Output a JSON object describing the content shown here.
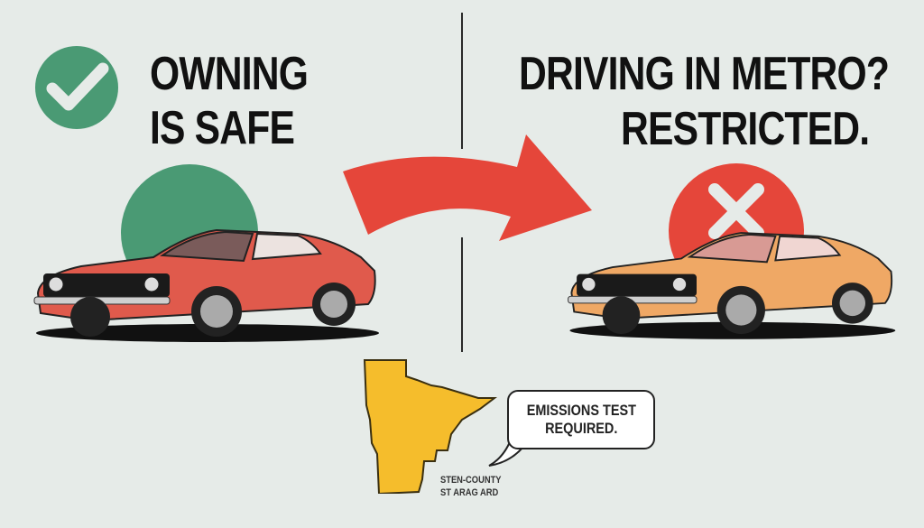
{
  "left_panel": {
    "headline_line1": "OWNING",
    "headline_line2": "IS SAFE",
    "status_icon": "check-circle-icon",
    "status_color": "#4a9a74",
    "car_color": "#e05a4c"
  },
  "right_panel": {
    "headline_line1": "DRIVING IN METRO?",
    "headline_line2": "RESTRICTED.",
    "status_icon": "x-circle-icon",
    "status_color": "#e5463a",
    "car_color": "#efa865"
  },
  "arrow": {
    "icon": "curved-arrow-right-icon",
    "color": "#e5463a"
  },
  "map": {
    "icon": "minnesota-state-map-icon",
    "color": "#f5bd2c",
    "label_line1": "STEN-COUNTY",
    "label_line2": "ST ARAG ARD"
  },
  "speech_bubble": {
    "line1": "EMISSIONS TEST",
    "line2": "REQUIRED."
  }
}
